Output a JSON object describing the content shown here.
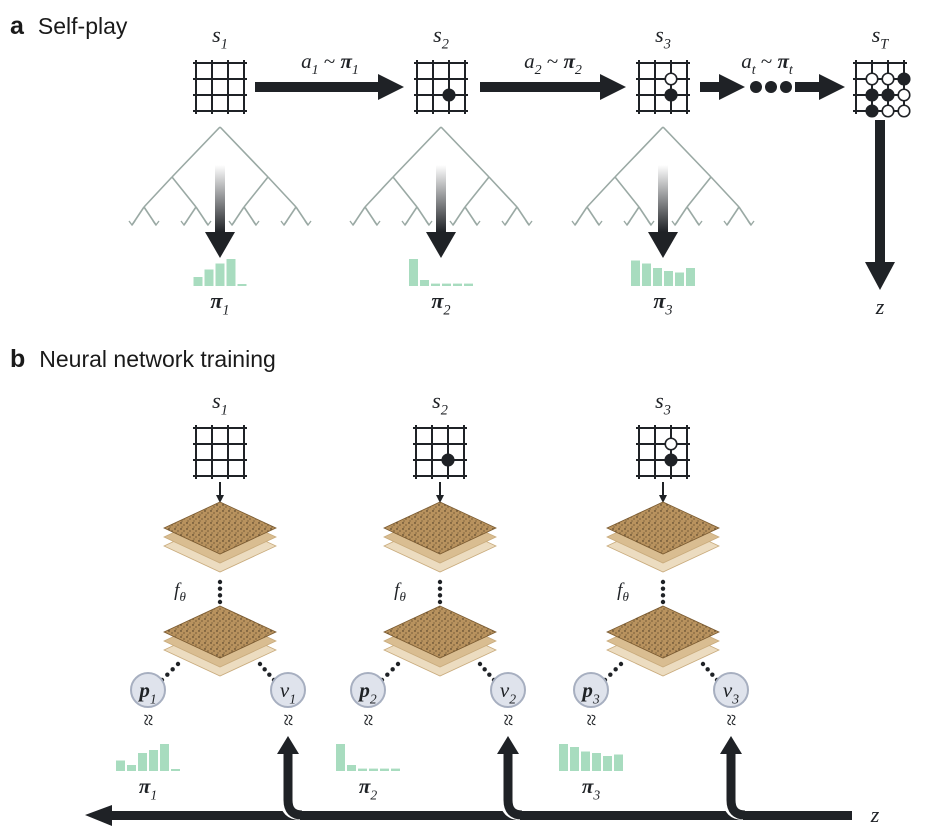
{
  "panel_a": {
    "letter": "a",
    "title": "Self-play",
    "states": [
      {
        "name": "s",
        "sub": "1"
      },
      {
        "name": "s",
        "sub": "2"
      },
      {
        "name": "s",
        "sub": "3"
      },
      {
        "name": "s",
        "sub": "T"
      }
    ],
    "actions": [
      {
        "a": "a",
        "a_sub": "1",
        "pi": "π",
        "pi_sub": "1"
      },
      {
        "a": "a",
        "a_sub": "2",
        "pi": "π",
        "pi_sub": "2"
      },
      {
        "a": "a",
        "a_sub": "t",
        "pi": "π",
        "pi_sub": "t"
      }
    ],
    "tilde": "~",
    "search_policies": [
      {
        "name": "π",
        "sub": "1",
        "bars": [
          0.3,
          0.55,
          0.75,
          0.9,
          0.05
        ]
      },
      {
        "name": "π",
        "sub": "2",
        "bars": [
          0.9,
          0.2,
          0.08,
          0.08,
          0.08,
          0.08
        ]
      },
      {
        "name": "π",
        "sub": "3",
        "bars": [
          0.85,
          0.75,
          0.6,
          0.5,
          0.45,
          0.6
        ]
      }
    ],
    "outcome": "z"
  },
  "panel_b": {
    "letter": "b",
    "title": "Neural network training",
    "states": [
      {
        "name": "s",
        "sub": "1"
      },
      {
        "name": "s",
        "sub": "2"
      },
      {
        "name": "s",
        "sub": "3"
      }
    ],
    "network_label": "f",
    "network_sub": "θ",
    "policy_nodes": [
      {
        "name": "p",
        "sub": "1"
      },
      {
        "name": "p",
        "sub": "2"
      },
      {
        "name": "p",
        "sub": "3"
      }
    ],
    "value_nodes": [
      {
        "name": "v",
        "sub": "1"
      },
      {
        "name": "v",
        "sub": "2"
      },
      {
        "name": "v",
        "sub": "3"
      }
    ],
    "approx": "≈",
    "targets": [
      {
        "name": "π",
        "sub": "1",
        "bars": [
          0.35,
          0.2,
          0.6,
          0.7,
          0.9,
          0.05
        ]
      },
      {
        "name": "π",
        "sub": "2",
        "bars": [
          0.9,
          0.2,
          0.08,
          0.08,
          0.08,
          0.08
        ]
      },
      {
        "name": "π",
        "sub": "3",
        "bars": [
          0.9,
          0.8,
          0.65,
          0.6,
          0.5,
          0.55
        ]
      }
    ],
    "outcome": "z"
  },
  "colors": {
    "ink": "#1f2226",
    "tree": "#9aa9a4",
    "bar": "#a8dcbf",
    "node_fill": "#dfe3ec",
    "node_stroke": "#a7afc0",
    "layer_top": "#b8925e",
    "layer_mid": "#d9bd91",
    "layer_low": "#ecdcc0"
  }
}
